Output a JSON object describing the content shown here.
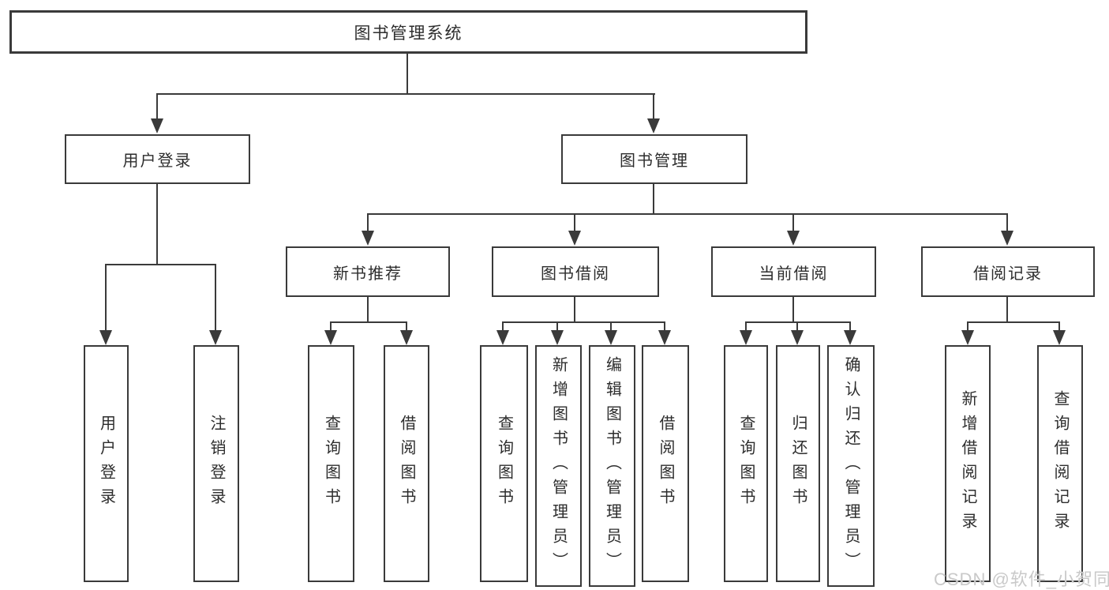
{
  "tree": {
    "root": {
      "label": "图书管理系统",
      "children": [
        {
          "label": "用户登录",
          "children": [
            {
              "label": "用户登录"
            },
            {
              "label": "注销登录"
            }
          ]
        },
        {
          "label": "图书管理",
          "children": [
            {
              "label": "新书推荐",
              "children": [
                {
                  "label": "查询图书"
                },
                {
                  "label": "借阅图书"
                }
              ]
            },
            {
              "label": "图书借阅",
              "children": [
                {
                  "label": "查询图书"
                },
                {
                  "label": "新增图书（管理员）"
                },
                {
                  "label": "编辑图书（管理员）"
                },
                {
                  "label": "借阅图书"
                }
              ]
            },
            {
              "label": "当前借阅",
              "children": [
                {
                  "label": "查询图书"
                },
                {
                  "label": "归还图书"
                },
                {
                  "label": "确认归还（管理员）"
                }
              ]
            },
            {
              "label": "借阅记录",
              "children": [
                {
                  "label": "新增借阅记录"
                },
                {
                  "label": "查询借阅记录"
                }
              ]
            }
          ]
        }
      ]
    }
  },
  "watermark": {
    "text": "CSDN @软件_小贺同学"
  },
  "colors": {
    "line": "#3a3a3a",
    "text": "#2d2d2d",
    "watermark": "#c9c9c9",
    "background": "#ffffff"
  }
}
